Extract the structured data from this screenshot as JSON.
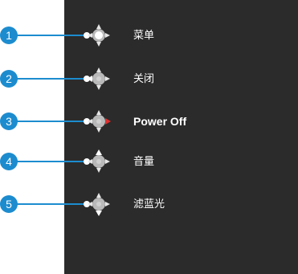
{
  "colors": {
    "panel": "#2b2b2b",
    "badge": "#1c8ccf",
    "joystick_body": "#b9b9b9",
    "joystick_dir": "#e6e6e6",
    "active": "#ffffff",
    "active_right": "#e03030"
  },
  "items": [
    {
      "number": "1",
      "label": "菜单",
      "icon": "joystick-press-icon"
    },
    {
      "number": "2",
      "label": "关闭",
      "icon": "joystick-left-icon"
    },
    {
      "number": "3",
      "label": "Power Off",
      "icon": "joystick-right-icon"
    },
    {
      "number": "4",
      "label": "音量",
      "icon": "joystick-up-icon"
    },
    {
      "number": "5",
      "label": "滤蓝光",
      "icon": "joystick-down-icon"
    }
  ]
}
